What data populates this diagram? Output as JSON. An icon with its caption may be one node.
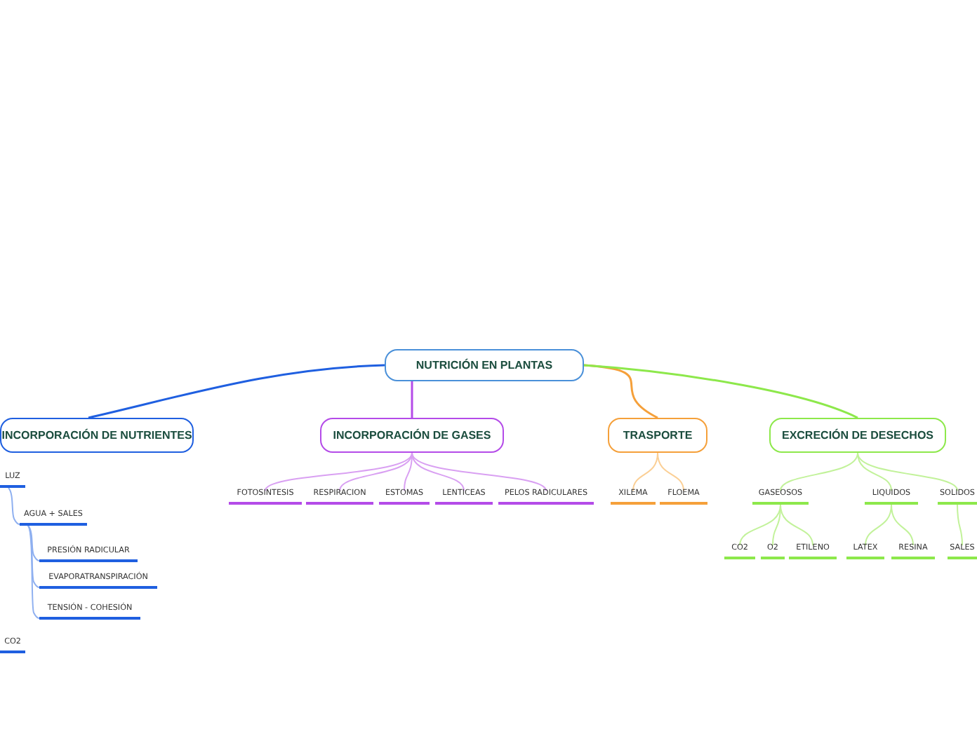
{
  "diagram": {
    "nodes": [
      {
        "text": [
          "NUTRICIÓN EN PLANTAS"
        ]
      },
      {
        "text": [
          "INCORPORACIÓN DE NUTRIENTES"
        ]
      },
      {
        "text": [
          "LUZ"
        ]
      },
      {
        "text": [
          "AGUA + SALES"
        ]
      },
      {
        "text": [
          "PRESIÓN RADICULAR"
        ]
      },
      {
        "text": [
          "EVAPORATRANSPIRACIÓN"
        ]
      },
      {
        "text": [
          "TENSIÓN - COHESIÓN"
        ]
      },
      {
        "text": [
          "CO2"
        ]
      },
      {
        "text": [
          "INCORPORACIÓN DE GASES"
        ]
      },
      {
        "text": [
          "FOTOSINTESIS"
        ]
      },
      {
        "text": [
          "RESPIRACION"
        ]
      },
      {
        "text": [
          "ESTOMAS"
        ]
      },
      {
        "text": [
          "LENTICEAS"
        ]
      },
      {
        "text": [
          "PELOS RADICULARES"
        ]
      },
      {
        "text": [
          "TRASPORTE"
        ]
      },
      {
        "text": [
          "XILEMA"
        ]
      },
      {
        "text": [
          "FLOEMA"
        ]
      },
      {
        "text": [
          "EXCRECIÓN DE DESECHOS"
        ]
      },
      {
        "text": [
          "GASEOSOS"
        ]
      },
      {
        "text": [
          "LIQUIDOS"
        ]
      },
      {
        "text": [
          "SOLIDOS"
        ]
      },
      {
        "text": [
          "CO2"
        ]
      },
      {
        "text": [
          "O2"
        ]
      },
      {
        "text": [
          "ETILENO"
        ]
      },
      {
        "text": [
          "LATEX"
        ]
      },
      {
        "text": [
          "RESINA"
        ]
      },
      {
        "text": [
          "SALES"
        ]
      }
    ],
    "edges": [
      {
        "from": 0,
        "to": 1,
        "arrow": "none",
        "color": "#1f5fe0"
      },
      {
        "from": 0,
        "to": 8,
        "arrow": "none",
        "color": "#b44be8"
      },
      {
        "from": 0,
        "to": 14,
        "arrow": "none",
        "color": "#f5a03a"
      },
      {
        "from": 0,
        "to": 17,
        "arrow": "none",
        "color": "#8de84b"
      },
      {
        "from": 2,
        "to": 3,
        "arrow": "none",
        "color": "#8fb0f0"
      },
      {
        "from": 3,
        "to": 4,
        "arrow": "none",
        "color": "#8fb0f0"
      },
      {
        "from": 3,
        "to": 5,
        "arrow": "none",
        "color": "#8fb0f0"
      },
      {
        "from": 3,
        "to": 6,
        "arrow": "none",
        "color": "#8fb0f0"
      },
      {
        "from": 8,
        "to": 9,
        "arrow": "none",
        "color": "#d9a0f2"
      },
      {
        "from": 8,
        "to": 10,
        "arrow": "none",
        "color": "#d9a0f2"
      },
      {
        "from": 8,
        "to": 11,
        "arrow": "none",
        "color": "#d9a0f2"
      },
      {
        "from": 8,
        "to": 12,
        "arrow": "none",
        "color": "#d9a0f2"
      },
      {
        "from": 8,
        "to": 13,
        "arrow": "none",
        "color": "#d9a0f2"
      },
      {
        "from": 14,
        "to": 15,
        "arrow": "none",
        "color": "#fbcf95"
      },
      {
        "from": 14,
        "to": 16,
        "arrow": "none",
        "color": "#fbcf95"
      },
      {
        "from": 17,
        "to": 18,
        "arrow": "none",
        "color": "#c2f29a"
      },
      {
        "from": 17,
        "to": 19,
        "arrow": "none",
        "color": "#c2f29a"
      },
      {
        "from": 17,
        "to": 20,
        "arrow": "none",
        "color": "#c2f29a"
      },
      {
        "from": 18,
        "to": 21,
        "arrow": "none",
        "color": "#c2f29a"
      },
      {
        "from": 18,
        "to": 22,
        "arrow": "none",
        "color": "#c2f29a"
      },
      {
        "from": 18,
        "to": 23,
        "arrow": "none",
        "color": "#c2f29a"
      },
      {
        "from": 19,
        "to": 24,
        "arrow": "none",
        "color": "#c2f29a"
      },
      {
        "from": 19,
        "to": 25,
        "arrow": "none",
        "color": "#c2f29a"
      },
      {
        "from": 20,
        "to": 26,
        "arrow": "none",
        "color": "#c2f29a"
      }
    ]
  }
}
